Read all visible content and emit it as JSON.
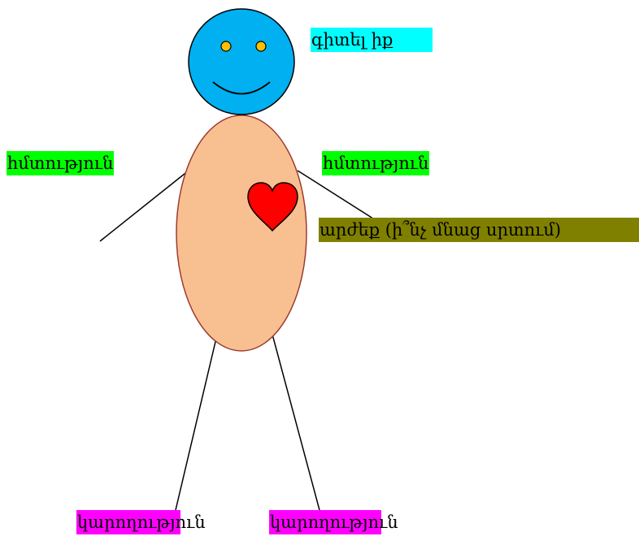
{
  "figure": {
    "head_label": "գիտել իք",
    "left_hand_label": "հմտություն",
    "right_hand_label": "հմտություն",
    "heart_label": "արժեք (ի՞նչ մնաց սրտում)",
    "left_leg_label": "կարողություն",
    "right_leg_label": "կարողություն"
  },
  "colors": {
    "head_fill": "#00b0f0",
    "eye_fill": "#ffc000",
    "body_fill": "#f8c090",
    "body_stroke": "#9e3a32",
    "heart_fill": "#ff0000",
    "head_label_bg": "#00ffff",
    "hand_label_bg": "#00ff00",
    "heart_label_bg": "#808000",
    "leg_label_bg": "#ff00ff"
  }
}
